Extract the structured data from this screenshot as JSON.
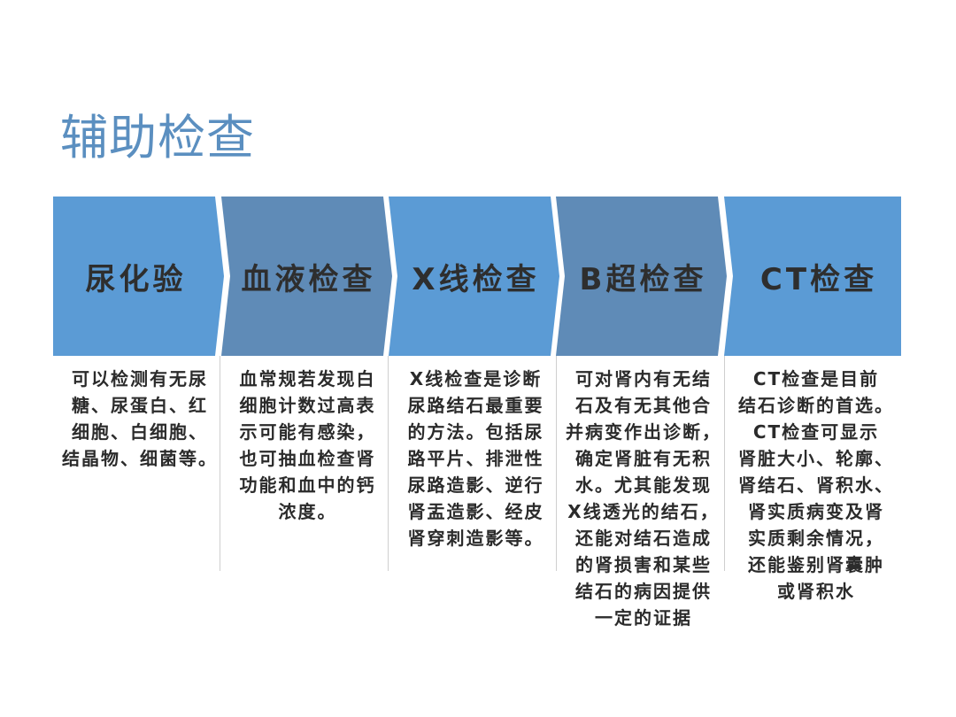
{
  "title": "辅助检查",
  "colors": {
    "title": "#5b8fc0",
    "chevron_light": "#5b9bd5",
    "chevron_dark": "#5f8bb7",
    "text": "#2b2b2b"
  },
  "steps": [
    {
      "label": "尿化验",
      "lines": [
        "可以检测有无尿",
        "糖、尿蛋白、红",
        "细胞、白细胞、",
        "结晶物、细菌等。"
      ]
    },
    {
      "label": "血液检查",
      "lines": [
        "血常规若发现白",
        "细胞计数过高表",
        "示可能有感染，",
        "也可抽血检查肾",
        "功能和血中的钙",
        "浓度。"
      ]
    },
    {
      "label": "X线检查",
      "lines": [
        "X线检查是诊断",
        "尿路结石最重要",
        "的方法。包括尿",
        "路平片、排泄性",
        "尿路造影、逆行",
        "肾盂造影、经皮",
        "肾穿刺造影等。"
      ]
    },
    {
      "label": "B超检查",
      "lines": [
        "可对肾内有无结",
        "石及有无其他合",
        "并病变作出诊断，",
        "确定肾脏有无积",
        "水。尤其能发现",
        "X线透光的结石，",
        "还能对结石造成",
        "的肾损害和某些",
        "结石的病因提供",
        "一定的证据"
      ]
    },
    {
      "label": "CT检查",
      "lines": [
        "CT检查是目前",
        "结石诊断的首选。",
        "CT检查可显示",
        "肾脏大小、轮廓、",
        "肾结石、肾积水、",
        "肾实质病变及肾",
        "实质剩余情况，",
        "还能鉴别肾囊肿",
        "或肾积水"
      ]
    }
  ]
}
